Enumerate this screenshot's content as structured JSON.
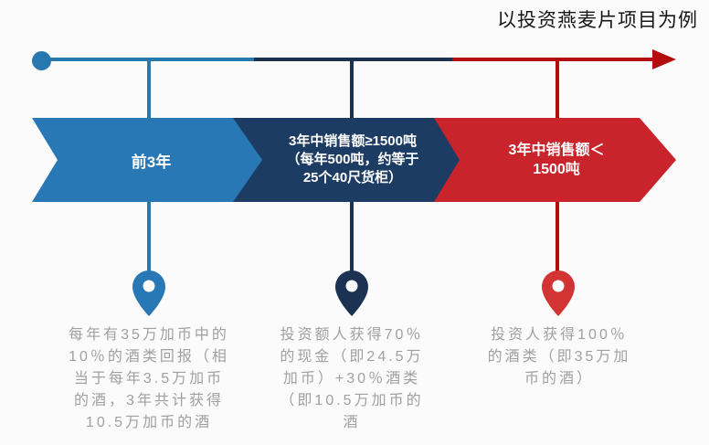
{
  "header": {
    "title": "以投资燕麦片项目为例"
  },
  "colors": {
    "background": "#fbfbfb",
    "chevron_blue": "#2878b5",
    "chevron_navy": "#1d3c63",
    "chevron_red": "#c9232b",
    "timeline_blue": "#2878b0",
    "timeline_navy": "#1a3150",
    "timeline_red": "#b30d10",
    "pin_blue": "#2878b5",
    "pin_navy": "#1b3252",
    "pin_red": "#d23434",
    "note_text_gray": "#a0a0a0"
  },
  "stages": [
    {
      "id": "first-3-years",
      "label": "前3年",
      "note": "每年有35万加币中的\n10％的酒类回报（相\n当于每年3.5万加币\n的酒，3年共计获得\n10.5万加币的酒"
    },
    {
      "id": "sales-ge-1500t",
      "label": "3年中销售额≥1500吨\n（每年500吨，约等于\n25个40尺货柜）",
      "note": "投资额人获得70％\n的现金（即24.5万\n加币）+30％酒类\n（即10.5万加币的\n酒"
    },
    {
      "id": "sales-lt-1500t",
      "label": "3年中销售额＜\n1500吨",
      "note": "投资人获得100％\n的酒类（即35万加\n币的酒）"
    }
  ]
}
